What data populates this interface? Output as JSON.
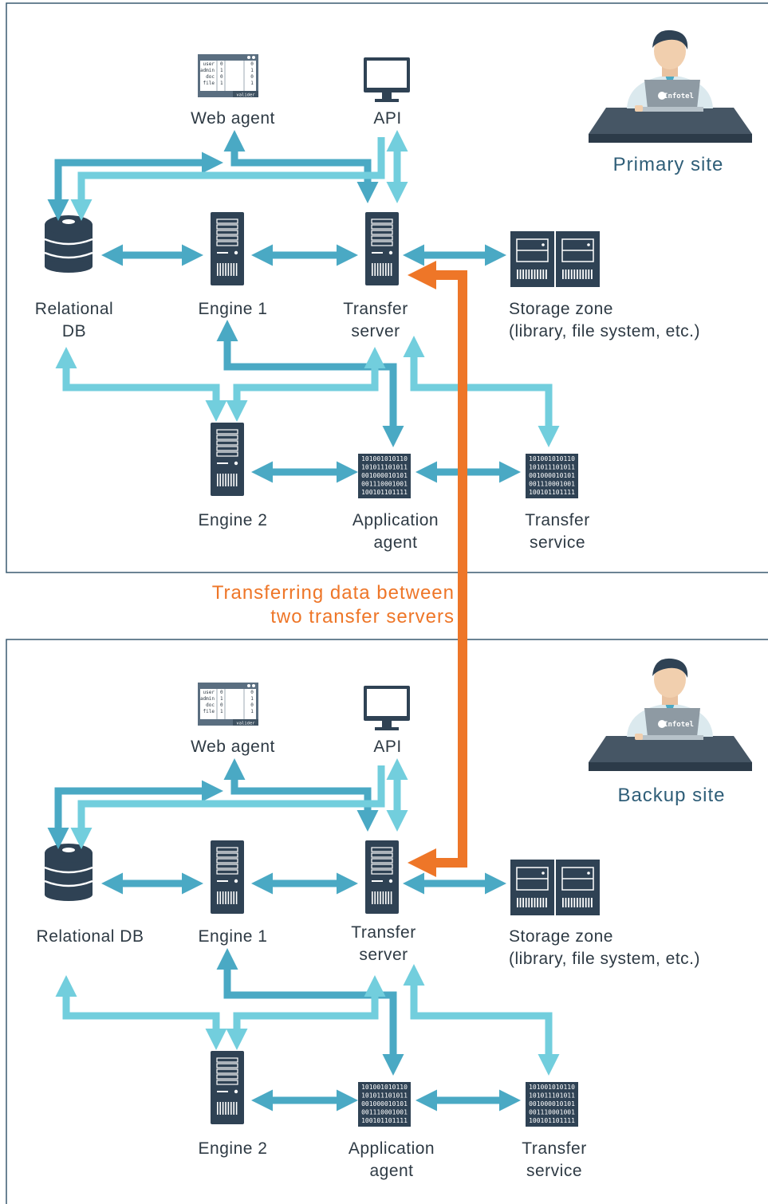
{
  "sites": [
    {
      "site_label": "Primary site",
      "labels": {
        "web_agent": "Web agent",
        "api": "API",
        "relational_db": "Relational\nDB",
        "engine1": "Engine 1",
        "transfer_server": "Transfer\nserver",
        "storage_zone": "Storage zone\n(library, file system, etc.)",
        "engine2": "Engine 2",
        "application_agent": "Application\nagent",
        "transfer_service": "Transfer\nservice"
      }
    },
    {
      "site_label": "Backup site",
      "labels": {
        "web_agent": "Web agent",
        "api": "API",
        "relational_db": "Relational DB",
        "engine1": "Engine 1",
        "transfer_server": "Transfer\nserver",
        "storage_zone": "Storage zone\n(library, file system, etc.)",
        "engine2": "Engine 2",
        "application_agent": "Application\nagent",
        "transfer_service": "Transfer\nservice"
      }
    }
  ],
  "caption": "Transferring data between\ntwo transfer servers",
  "web_agent_table": {
    "rows": [
      [
        "user",
        "0",
        "0"
      ],
      [
        "admin",
        "1",
        "1"
      ],
      [
        "doc",
        "0",
        "0"
      ],
      [
        "file",
        "1",
        "1"
      ]
    ],
    "button": "valider"
  },
  "binary_lines": [
    "101001010110",
    "101011101011",
    "001000010101",
    "001110001001",
    "100101101111"
  ],
  "laptop_brand": "Infotel",
  "colors": {
    "arrow_dark": "#4aa9c4",
    "arrow_light": "#72cedd",
    "orange": "#ee7628",
    "icon_dark": "#2f4254",
    "frame": "#3a5a70"
  }
}
